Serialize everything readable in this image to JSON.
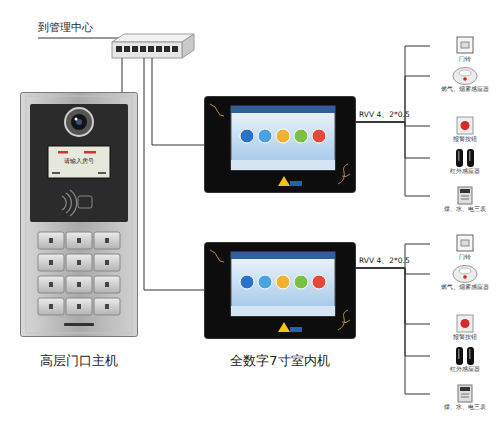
{
  "diagram": {
    "nodes": [
      {
        "text": [
          "请输入房号",
          "高层门口主机"
        ]
      },
      {
        "text": []
      },
      {
        "text": [
          "全数字7寸室内机"
        ]
      },
      {
        "text": [
          "门铃"
        ]
      },
      {
        "text": [
          "燃气、烟雾感应器"
        ]
      },
      {
        "text": [
          "报警按钮"
        ]
      },
      {
        "text": [
          "红外感应器"
        ]
      },
      {
        "text": [
          "煤、水、电三表"
        ]
      },
      {
        "text": [
          "门铃"
        ]
      },
      {
        "text": [
          "燃气、烟雾感应器"
        ]
      },
      {
        "text": [
          "报警按钮"
        ]
      },
      {
        "text": [
          "红外感应器"
        ]
      },
      {
        "text": [
          "煤、水、电三表"
        ]
      }
    ],
    "edges": [
      {
        "from": 1,
        "to": 3,
        "arrow": "none",
        "label": "RVV 4、2*0.5"
      },
      {
        "from": 1,
        "to": 4,
        "arrow": "none"
      },
      {
        "from": 1,
        "to": 5,
        "arrow": "none"
      },
      {
        "from": 1,
        "to": 6,
        "arrow": "none"
      },
      {
        "from": 1,
        "to": 7,
        "arrow": "none"
      },
      {
        "from": 2,
        "to": 8,
        "arrow": "none",
        "label": "RVV 4、2*0.5"
      },
      {
        "from": 2,
        "to": 9,
        "arrow": "none"
      },
      {
        "from": 2,
        "to": 10,
        "arrow": "none"
      },
      {
        "from": 2,
        "to": 11,
        "arrow": "none"
      },
      {
        "from": 2,
        "to": 12,
        "arrow": "none"
      }
    ],
    "labels": [
      "到管理中心"
    ]
  }
}
